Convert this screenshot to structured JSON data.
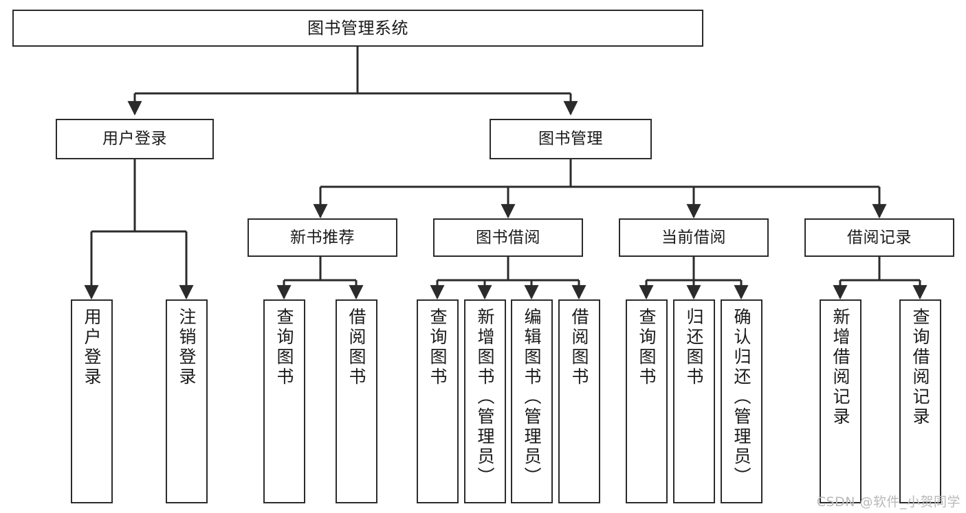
{
  "diagram": {
    "type": "tree",
    "title": "图书管理系统",
    "orientation": "top-down",
    "colors": {
      "box_border": "#2b2b2b",
      "box_fill": "#ffffff",
      "edge": "#2b2b2b",
      "text": "#1a1a1a",
      "watermark": "#b9b9b9",
      "background": "#ffffff"
    },
    "watermark": "CSDN @软件_小贺同学",
    "levels": [
      {
        "level": 1,
        "nodes": [
          {
            "id": "root",
            "label": "图书管理系统",
            "orientation": "horizontal"
          }
        ]
      },
      {
        "level": 2,
        "nodes": [
          {
            "id": "login",
            "label": "用户登录",
            "orientation": "horizontal",
            "parent": "root"
          },
          {
            "id": "bookmgmt",
            "label": "图书管理",
            "orientation": "horizontal",
            "parent": "root"
          }
        ]
      },
      {
        "level": 3,
        "nodes": [
          {
            "id": "newbook",
            "label": "新书推荐",
            "orientation": "horizontal",
            "parent": "bookmgmt"
          },
          {
            "id": "borrow",
            "label": "图书借阅",
            "orientation": "horizontal",
            "parent": "bookmgmt"
          },
          {
            "id": "current",
            "label": "当前借阅",
            "orientation": "horizontal",
            "parent": "bookmgmt"
          },
          {
            "id": "records",
            "label": "借阅记录",
            "orientation": "horizontal",
            "parent": "bookmgmt"
          }
        ]
      },
      {
        "level": 4,
        "nodes": [
          {
            "id": "leaf-login-1",
            "label": "用户登录",
            "orientation": "vertical",
            "parent": "login"
          },
          {
            "id": "leaf-login-2",
            "label": "注销登录",
            "orientation": "vertical",
            "parent": "login"
          },
          {
            "id": "leaf-newbook-1",
            "label": "查询图书",
            "orientation": "vertical",
            "parent": "newbook"
          },
          {
            "id": "leaf-newbook-2",
            "label": "借阅图书",
            "orientation": "vertical",
            "parent": "newbook"
          },
          {
            "id": "leaf-borrow-1",
            "label": "查询图书",
            "orientation": "vertical",
            "parent": "borrow"
          },
          {
            "id": "leaf-borrow-2",
            "label": "新增图书（管理员）",
            "orientation": "vertical",
            "parent": "borrow"
          },
          {
            "id": "leaf-borrow-3",
            "label": "编辑图书（管理员）",
            "orientation": "vertical",
            "parent": "borrow"
          },
          {
            "id": "leaf-borrow-4",
            "label": "借阅图书",
            "orientation": "vertical",
            "parent": "borrow"
          },
          {
            "id": "leaf-current-1",
            "label": "查询图书",
            "orientation": "vertical",
            "parent": "current"
          },
          {
            "id": "leaf-current-2",
            "label": "归还图书",
            "orientation": "vertical",
            "parent": "current"
          },
          {
            "id": "leaf-current-3",
            "label": "确认归还（管理员）",
            "orientation": "vertical",
            "parent": "current"
          },
          {
            "id": "leaf-records-1",
            "label": "新增借阅记录",
            "orientation": "vertical",
            "parent": "records"
          },
          {
            "id": "leaf-records-2",
            "label": "查询借阅记录",
            "orientation": "vertical",
            "parent": "records"
          }
        ]
      }
    ]
  }
}
